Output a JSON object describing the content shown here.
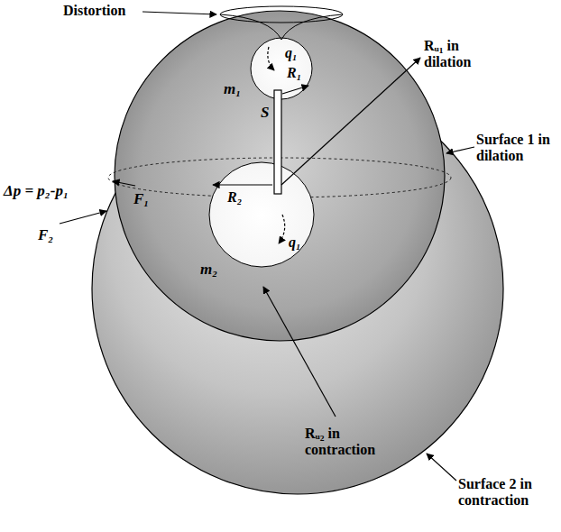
{
  "diagram": {
    "labels": [
      "Distortion",
      "q₁",
      "R₁",
      "m₁",
      "S",
      "Rᵤ₁ in dilation",
      "Surface 1 in dilation",
      "Δp = p₂-p₁",
      "F₁",
      "F₂",
      "R₂",
      "m₂",
      "q₁",
      "Rᵤ₂ in contraction",
      "Surface 2 in contraction"
    ]
  }
}
